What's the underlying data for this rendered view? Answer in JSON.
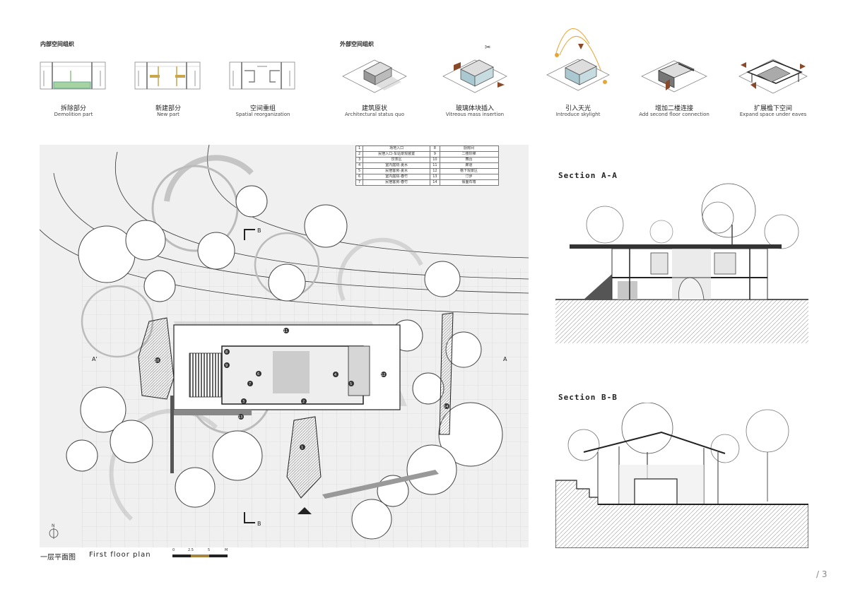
{
  "internal": {
    "title": "内部空间组织",
    "items": [
      {
        "cn": "拆除部分",
        "en": "Demolition part"
      },
      {
        "cn": "新建部分",
        "en": "New part"
      },
      {
        "cn": "空间重组",
        "en": "Spatial reorganization"
      }
    ]
  },
  "external": {
    "title": "外部空间组织",
    "items": [
      {
        "cn": "建筑原状",
        "en": "Architectural status quo"
      },
      {
        "cn": "玻璃体块插入",
        "en": "Vitreous mass insertion"
      },
      {
        "cn": "引入天光",
        "en": "Introduce skylight"
      },
      {
        "cn": "增加二楼连接",
        "en": "Add second floor connection"
      },
      {
        "cn": "扩展檐下空间",
        "en": "Expand space under eaves"
      }
    ]
  },
  "legend": [
    [
      "1",
      "场地入口",
      "8",
      "厨房间"
    ],
    [
      "2",
      "民宿入口-车站景观装置",
      "9",
      "二楼阶梯"
    ],
    [
      "3",
      "饮茶区",
      "10",
      "舞台"
    ],
    [
      "4",
      "室内庭院-夏水",
      "11",
      "廊道"
    ],
    [
      "5",
      "民宿客房-夏水",
      "12",
      "檐下观景区"
    ],
    [
      "6",
      "室内庭院-春竹",
      "13",
      "汀步"
    ],
    [
      "7",
      "民宿客房-春竹",
      "14",
      "假面石墙"
    ]
  ],
  "plan": {
    "section_marks": {
      "a_left": "A'",
      "a_right": "A",
      "b_top": "B",
      "b_bottom": "B"
    },
    "room_numbers": [
      "1",
      "2",
      "3",
      "4",
      "5",
      "6",
      "7",
      "8",
      "9",
      "10",
      "11",
      "12",
      "13",
      "14"
    ],
    "north": "N",
    "caption_cn": "一层平面图",
    "caption_en": "First floor plan",
    "scale_labels": [
      "0",
      "2.5",
      "5",
      "M"
    ]
  },
  "sections": {
    "aa": "Section A-A",
    "bb": "Section B-B"
  },
  "page": {
    "number": "/ 3"
  },
  "colors": {
    "green": "#a7d3a0",
    "gold": "#c9a64a",
    "accent": "#e8a535",
    "arrow": "#8a4a2a",
    "glass": "#a9c8cf"
  }
}
